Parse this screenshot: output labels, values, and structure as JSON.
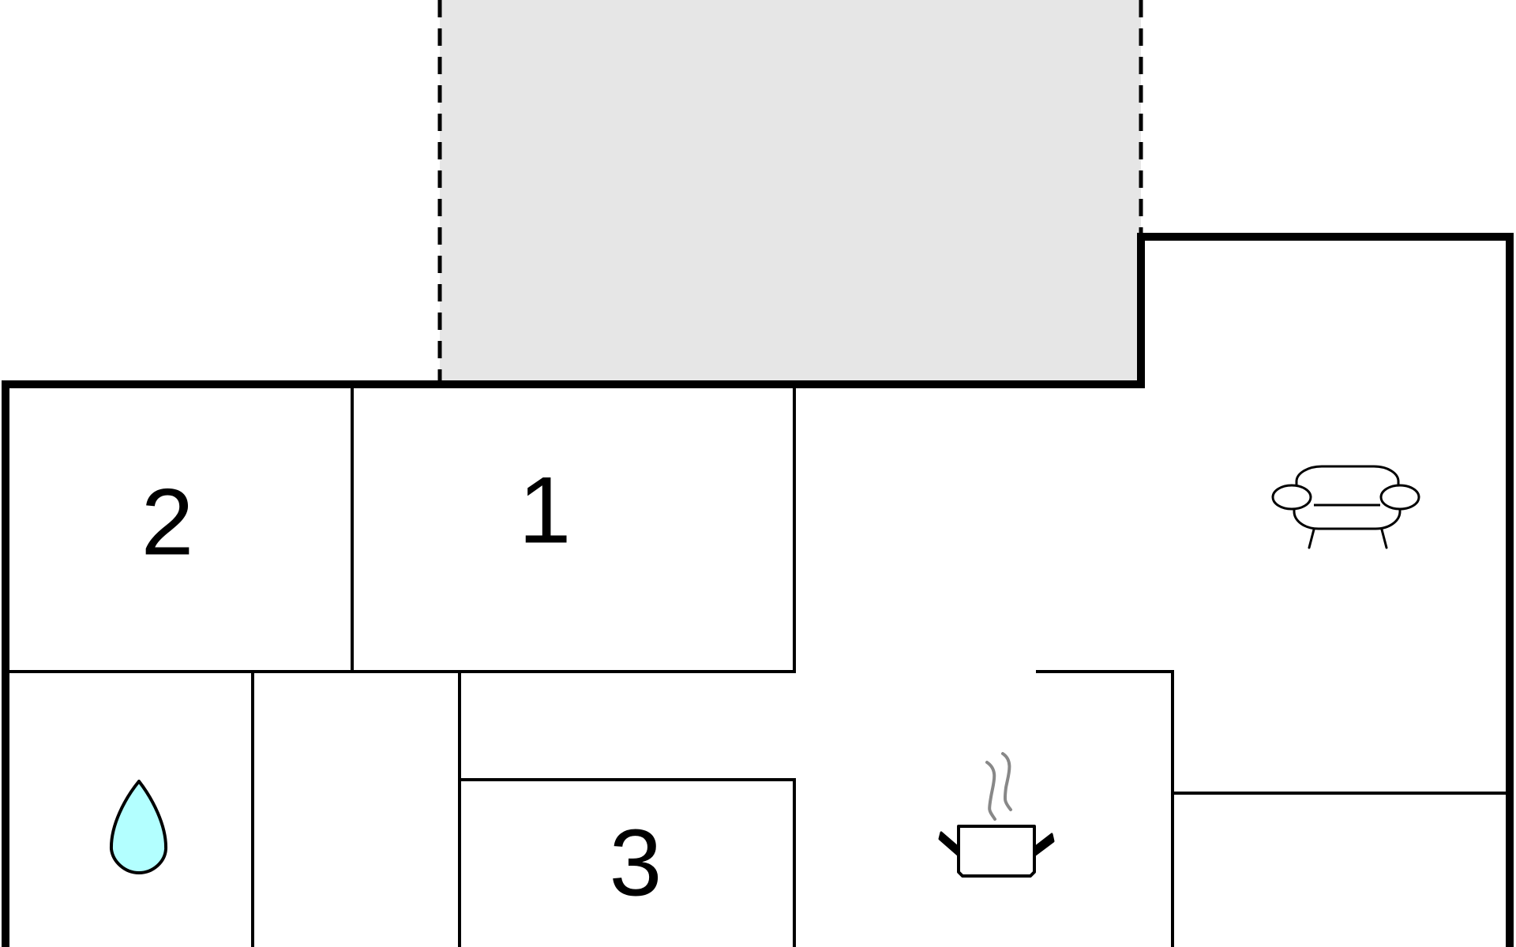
{
  "colors": {
    "background": "#ffffff",
    "wall": "#000000",
    "terrace_fill": "#e6e6e6",
    "water_drop": "#b3ffff",
    "steam": "#888888"
  },
  "rooms": [
    {
      "id": "room-2",
      "label": "2"
    },
    {
      "id": "room-1",
      "label": "1"
    },
    {
      "id": "room-3",
      "label": "3"
    }
  ],
  "icons": [
    {
      "name": "water-drop-icon",
      "meaning": "bathroom"
    },
    {
      "name": "cooking-pot-icon",
      "meaning": "kitchen"
    },
    {
      "name": "sofa-icon",
      "meaning": "living room"
    }
  ]
}
